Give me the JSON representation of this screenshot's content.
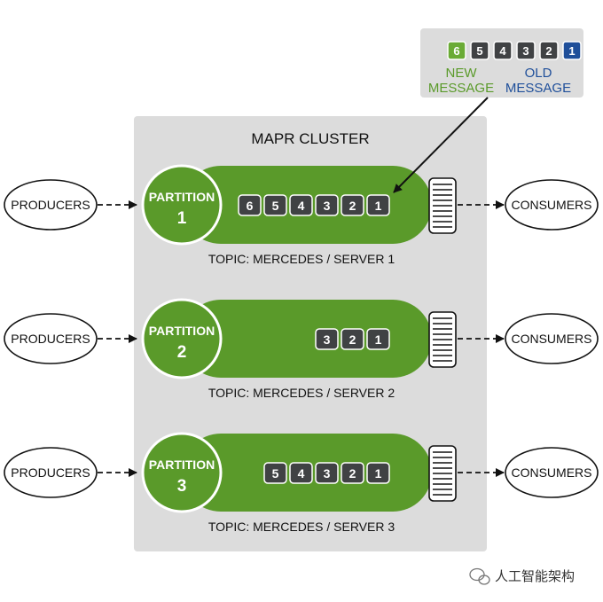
{
  "cluster": {
    "title": "MAPR CLUSTER"
  },
  "legend": {
    "boxes": [
      "6",
      "5",
      "4",
      "3",
      "2",
      "1"
    ],
    "new_line1": "NEW",
    "new_line2": "MESSAGE",
    "old_line1": "OLD",
    "old_line2": "MESSAGE"
  },
  "rows": [
    {
      "producer": "PRODUCERS",
      "partition_label": "PARTITION",
      "partition_number": "1",
      "messages": [
        "6",
        "5",
        "4",
        "3",
        "2",
        "1"
      ],
      "topic": "TOPIC: MERCEDES /  SERVER 1",
      "consumer": "CONSUMERS"
    },
    {
      "producer": "PRODUCERS",
      "partition_label": "PARTITION",
      "partition_number": "2",
      "messages": [
        "3",
        "2",
        "1"
      ],
      "topic": "TOPIC: MERCEDES /  SERVER 2",
      "consumer": "CONSUMERS"
    },
    {
      "producer": "PRODUCERS",
      "partition_label": "PARTITION",
      "partition_number": "3",
      "messages": [
        "5",
        "4",
        "3",
        "2",
        "1"
      ],
      "topic": "TOPIC: MERCEDES /  SERVER 3",
      "consumer": "CONSUMERS"
    }
  ],
  "watermark": {
    "text": "人工智能架构"
  },
  "colors": {
    "green": "#5a9a2a",
    "green_light": "#6aab35",
    "dark_box": "#404244",
    "blue_box": "#1f4f9a",
    "cluster_bg": "#dcdcdc",
    "new_text": "#5a9a2a",
    "old_text": "#1f4f9a"
  }
}
